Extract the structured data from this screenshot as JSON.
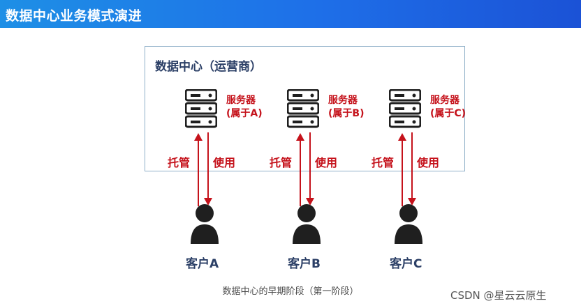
{
  "header": {
    "title": "数据中心业务模式演进"
  },
  "diagram": {
    "datacenter_label": "数据中心（运营商）",
    "servers": [
      {
        "line1": "服务器",
        "line2": "(属于A)"
      },
      {
        "line1": "服务器",
        "line2": "(属于B)"
      },
      {
        "line1": "服务器",
        "line2": "(属于C)"
      }
    ],
    "relations": {
      "hosting": "托管",
      "usage": "使用"
    },
    "customers": [
      "客户A",
      "客户B",
      "客户C"
    ]
  },
  "caption": "数据中心的早期阶段（第一阶段）",
  "watermark": "CSDN @星云云原生",
  "colors": {
    "banner": "#1e6fe8",
    "accent_red": "#c5121b",
    "dark_navy": "#2b3f66",
    "icon": "#1f1f1f",
    "box_border": "#8fb0c8"
  },
  "icons": [
    "server-rack-icon",
    "person-icon",
    "up-arrow-icon",
    "down-arrow-icon"
  ]
}
